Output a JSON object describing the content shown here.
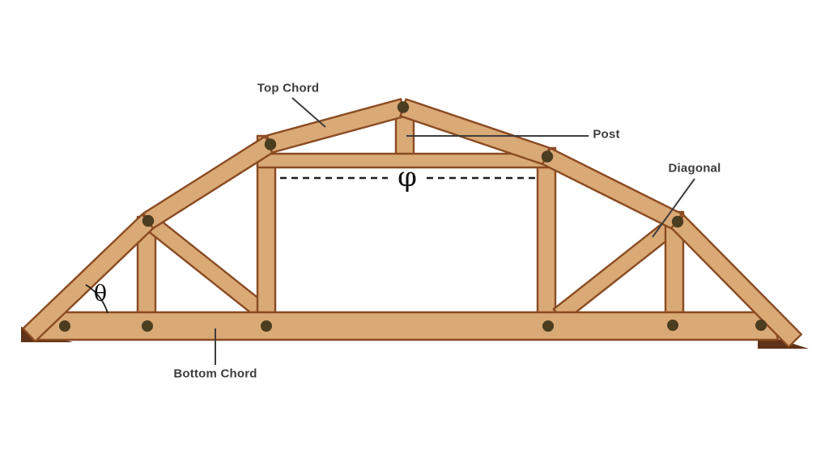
{
  "diagram": {
    "labels": {
      "top_chord": "Top Chord",
      "post": "Post",
      "diagonal": "Diagonal",
      "bottom_chord": "Bottom Chord"
    },
    "symbols": {
      "theta": "θ",
      "phi": "φ"
    },
    "members": [
      "top chord (6 segments, cambered)",
      "bottom chord",
      "straining beam",
      "center post",
      "left post",
      "mid-left post",
      "mid-right post",
      "right post",
      "left diagonal",
      "right diagonal"
    ],
    "joint_bolt_count": 11
  },
  "colors": {
    "bg": "#FFFFFF",
    "wood": "#D9A976",
    "outline": "#8A4B22",
    "bolt": "#4A3D20",
    "shadow": "#5F3317",
    "label": "#3D3D3D",
    "dash": "#1E1E1E"
  }
}
